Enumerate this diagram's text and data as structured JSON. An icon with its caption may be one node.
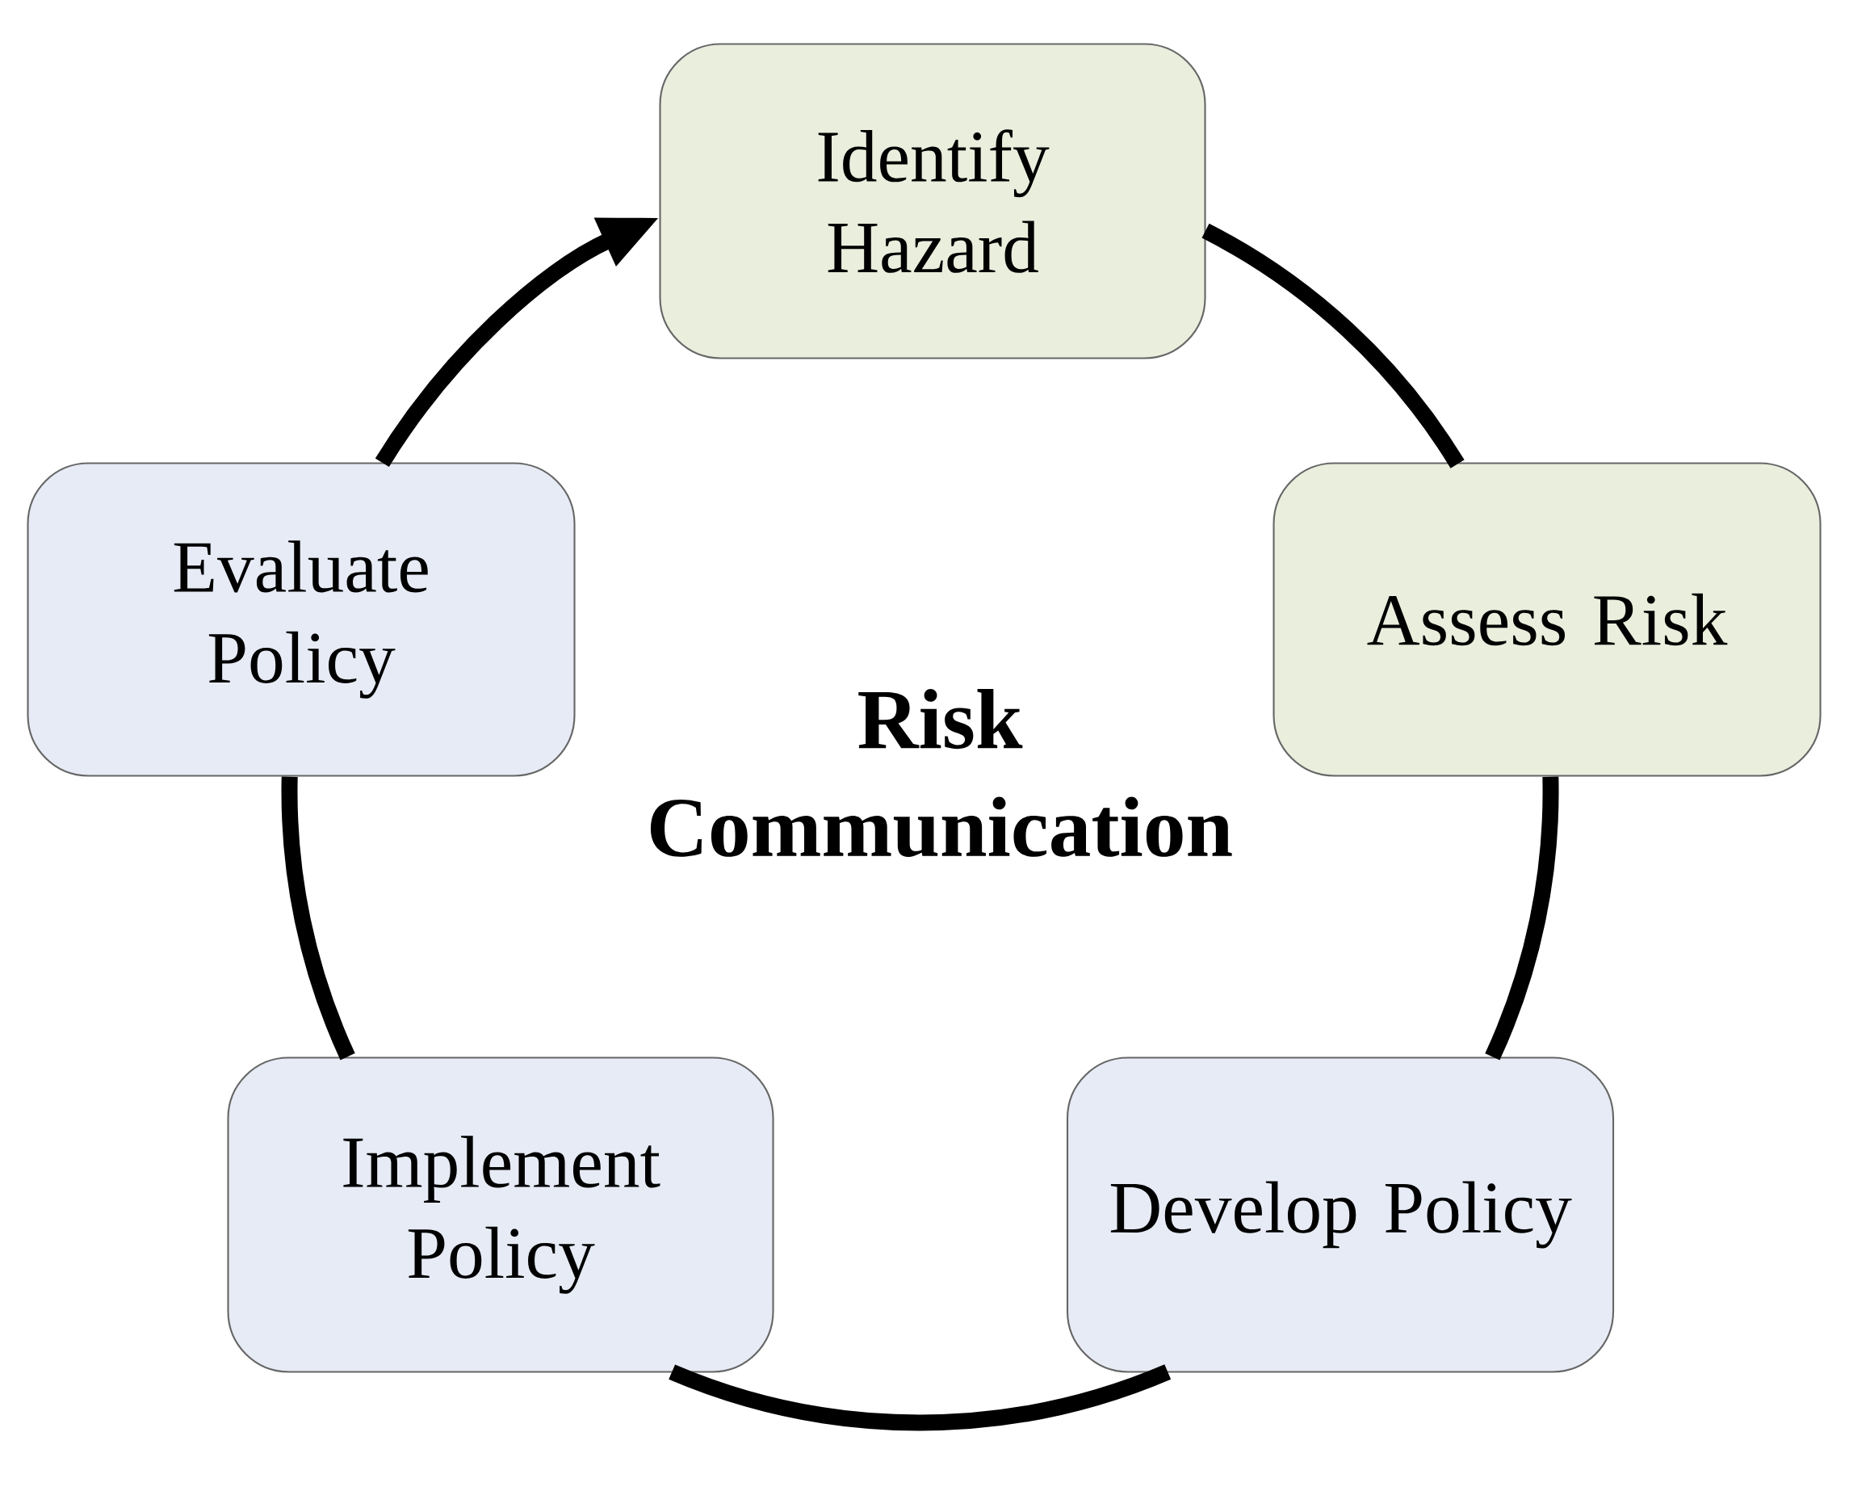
{
  "diagram": {
    "nodes": [
      {
        "text": [
          "Identify Hazard"
        ]
      },
      {
        "text": [
          "Assess Risk"
        ]
      },
      {
        "text": [
          "Develop Policy"
        ]
      },
      {
        "text": [
          "Implement Policy"
        ]
      },
      {
        "text": [
          "Evaluate Policy"
        ]
      }
    ],
    "edges": [
      {
        "from": 0,
        "to": 1,
        "arrow": "none"
      },
      {
        "from": 1,
        "to": 2,
        "arrow": "none"
      },
      {
        "from": 2,
        "to": 3,
        "arrow": "none"
      },
      {
        "from": 3,
        "to": 4,
        "arrow": "none"
      },
      {
        "from": 4,
        "to": 0,
        "arrow": "to"
      }
    ],
    "labels": [
      "Risk Communication"
    ]
  }
}
